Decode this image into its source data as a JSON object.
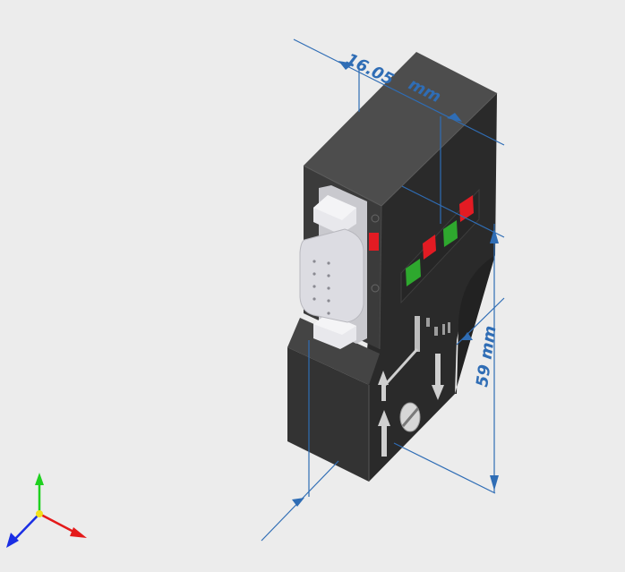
{
  "dimensions": {
    "width_value": "16.05",
    "width_unit": "mm",
    "height_label": "59 mm"
  },
  "colors": {
    "background": "#ececec",
    "dimension_line": "#2f6db5",
    "housing_top": "#4a4a4a",
    "housing_front": "#3a3a3a",
    "housing_side": "#2b2b2b",
    "connector": "#d7d7dc",
    "led_red": "#e31b23",
    "led_green": "#2ea82e",
    "axis_x": "#e41a1a",
    "axis_y": "#1fd11f",
    "axis_z": "#1a2ee4",
    "axis_origin": "#f2e21b"
  },
  "icons": {
    "axis_triad": "xyz-axis-triad-icon",
    "screw": "screw-icon",
    "arrow_up": "arrow-up-icon",
    "arrow_down": "arrow-down-icon"
  }
}
